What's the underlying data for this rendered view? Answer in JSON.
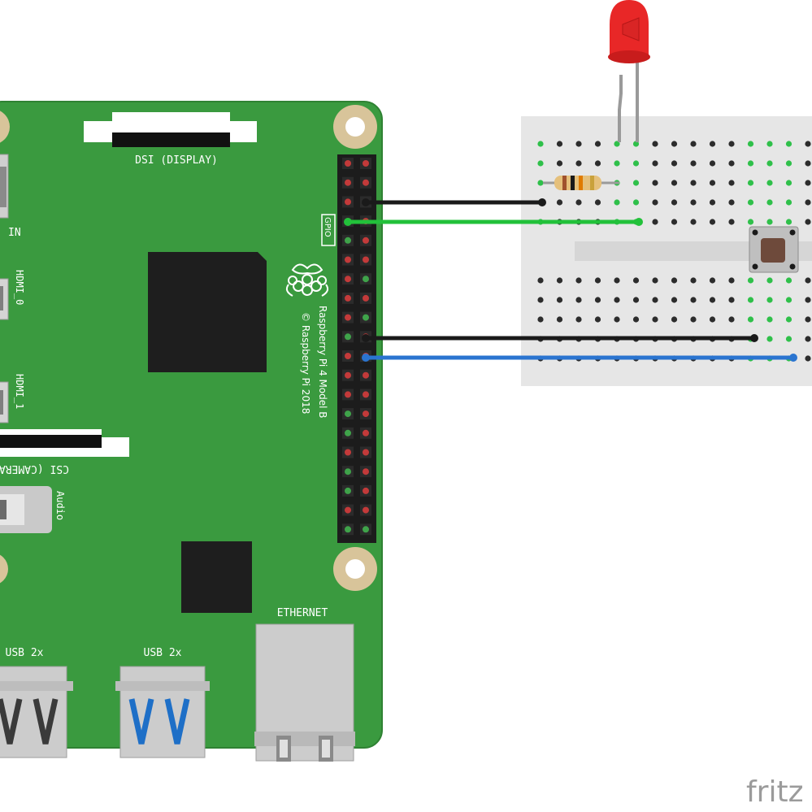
{
  "board": {
    "dsi_label": "DSI (DISPLAY)",
    "power_label": "IN",
    "hdmi0_label": "HDMI_0",
    "hdmi1_label": "HDMI_1",
    "csi_label": "CSI (CAMERA)",
    "audio_label": "Audio",
    "gpio_label": "GPIO",
    "model_label": "Raspberry Pi 4 Model B",
    "copyright_label": "© Raspberry Pi 2018",
    "ethernet_label": "ETHERNET",
    "usb2_label": "USB 2x",
    "usb3_label": "USB 2x"
  },
  "colors": {
    "pcb": "#3a9a3f",
    "pcb_edge": "#2f8233",
    "wire_black": "#1a1a1a",
    "wire_green": "#22c13a",
    "wire_blue": "#2a74d0",
    "led": "#e82727",
    "usb3_blue": "#1e6fc7"
  },
  "footer": {
    "brand": "fritz"
  }
}
